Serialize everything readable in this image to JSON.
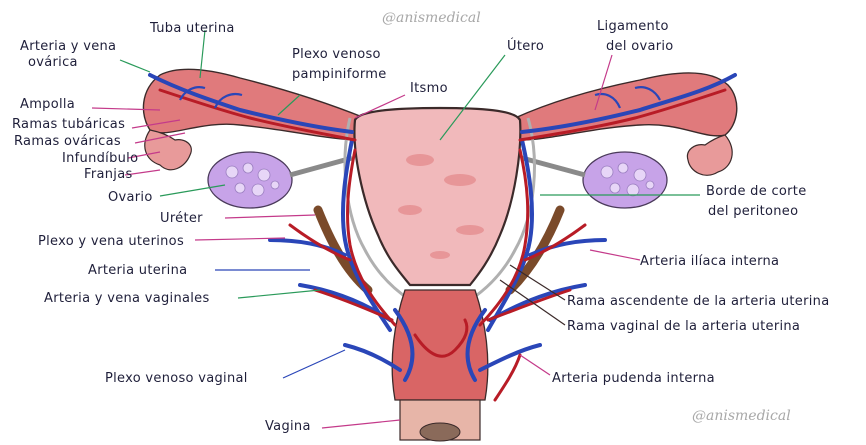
{
  "watermark": {
    "top": "@anismedical",
    "bottom": "@anismedical"
  },
  "labels": {
    "tuba_uterina": "Tuba uterina",
    "arteria_vena_ovarica_1": "Arteria y vena",
    "arteria_vena_ovarica_2": "ovárica",
    "plexo_pampiniforme_1": "Plexo venoso",
    "plexo_pampiniforme_2": "pampiniforme",
    "utero": "Útero",
    "ligamento_ovario_1": "Ligamento",
    "ligamento_ovario_2": "del ovario",
    "itsmo": "Itsmo",
    "ampolla": "Ampolla",
    "ramas_tubaricas": "Ramas tubáricas",
    "ramas_ovaricas": "Ramas ováricas",
    "infundibulo": "Infundíbulo",
    "franjas": "Franjas",
    "ovario": "Ovario",
    "ureter": "Uréter",
    "borde_corte_1": "Borde de corte",
    "borde_corte_2": "del peritoneo",
    "plexo_vena_uterinos": "Plexo y vena uterinos",
    "arteria_iliaca_interna": "Arteria ilíaca interna",
    "arteria_uterina": "Arteria uterina",
    "arteria_vena_vaginales": "Arteria y vena vaginales",
    "rama_ascendente": "Rama ascendente de la arteria uterina",
    "rama_vaginal": "Rama vaginal de la arteria uterina",
    "plexo_venoso_vaginal": "Plexo venoso vaginal",
    "arteria_pudenda_interna": "Arteria pudenda interna",
    "vagina": "Vagina"
  }
}
